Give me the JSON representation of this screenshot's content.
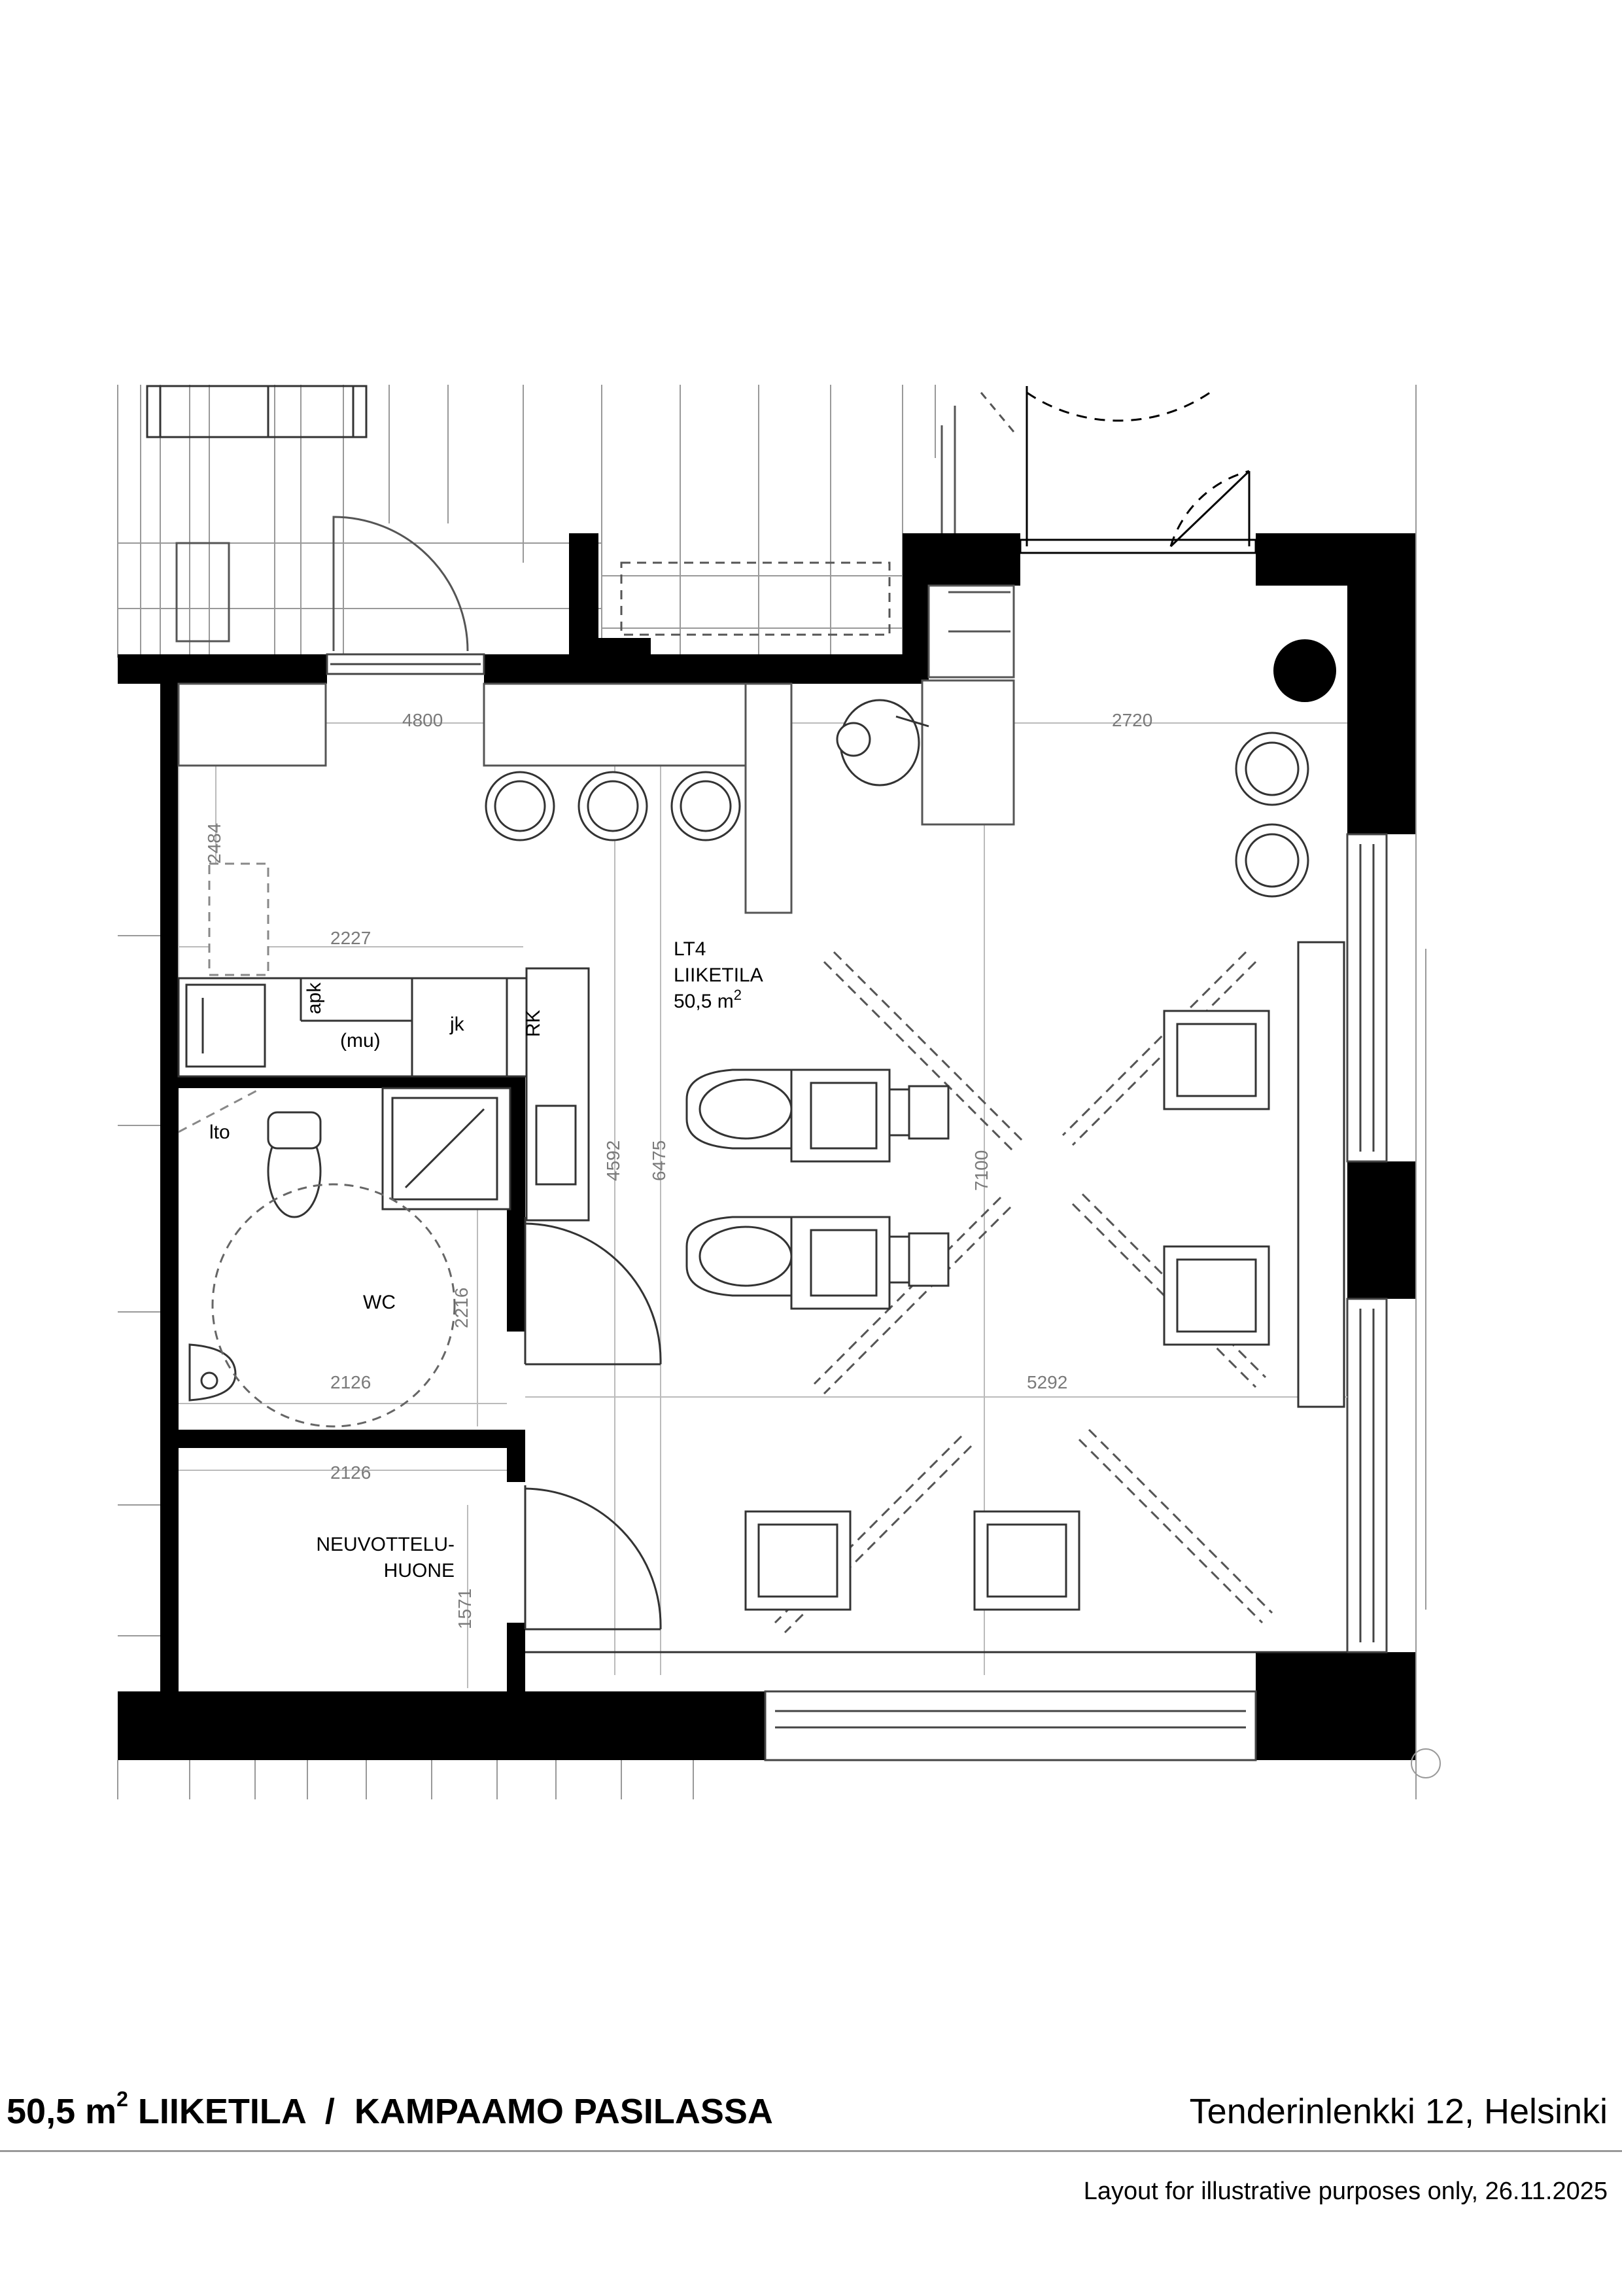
{
  "plan": {
    "room_code": "LT4",
    "room_name": "LIIKETILA",
    "room_area": "50,5 m",
    "room_area_exp": "2",
    "labels": {
      "wc": "WC",
      "meeting_room_1": "NEUVOTTELU-",
      "meeting_room_2": "HUONE",
      "apk": "apk",
      "mu": "(mu)",
      "jk": "jk",
      "rk": "RK",
      "lto": "lto"
    },
    "dimensions": {
      "d4800": "4800",
      "d2720": "2720",
      "d2484": "2484",
      "d2227": "2227",
      "d4592": "4592",
      "d6475": "6475",
      "d7100": "7100",
      "d2216": "2216",
      "d2126a": "2126",
      "d5292": "5292",
      "d2126b": "2126",
      "d1571": "1571"
    }
  },
  "footer": {
    "title_area": "50,5 m",
    "title_exp": "2",
    "title_rest": " LIIKETILA  /  KAMPAAMO PASILASSA",
    "address": "Tenderinlenkki 12, Helsinki",
    "note": "Layout for illustrative purposes only, 26.11.2025"
  }
}
